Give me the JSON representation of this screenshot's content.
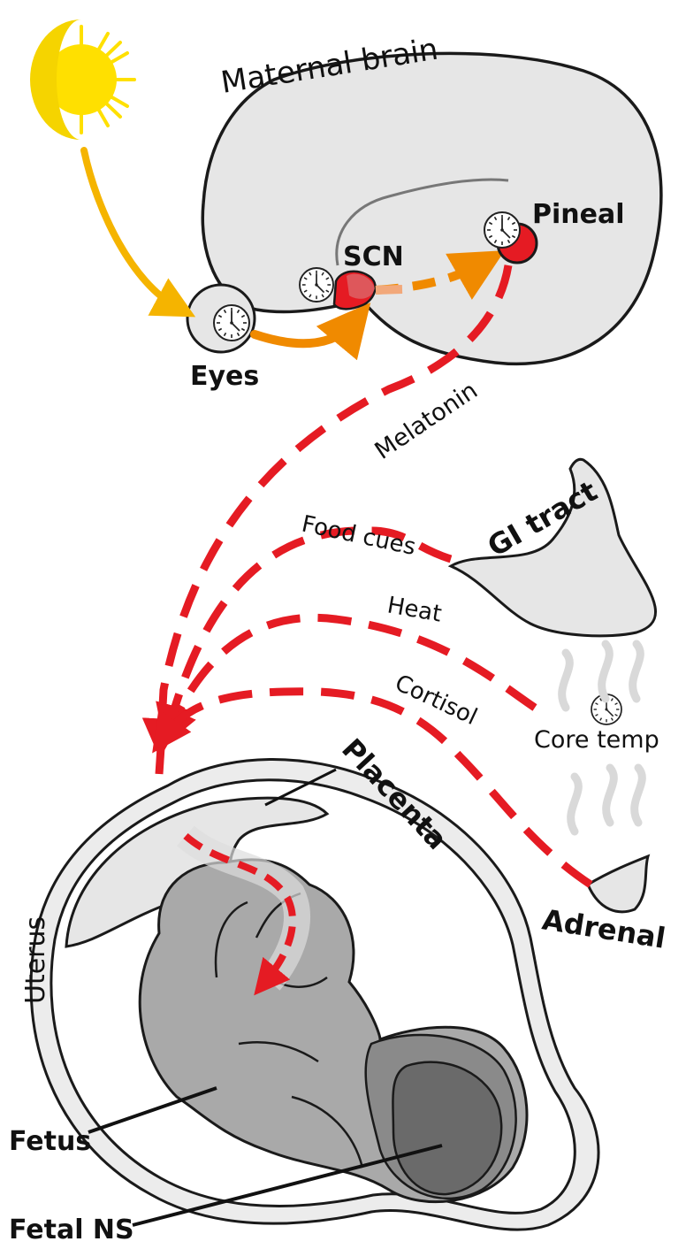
{
  "labels": {
    "maternal_brain": "Maternal brain",
    "scn": "SCN",
    "pineal": "Pineal",
    "eyes": "Eyes",
    "melatonin": "Melatonin",
    "food_cues": "Food cues",
    "gi_tract": "GI tract",
    "heat": "Heat",
    "cortisol": "Cortisol",
    "core_temp": "Core temp",
    "placenta": "Placenta",
    "adrenal": "Adrenal",
    "uterus": "Uterus",
    "fetus": "Fetus",
    "fetal_ns": "Fetal NS"
  },
  "colors": {
    "light_pathway": "#f5b400",
    "retinal_pathway": "#f08a00",
    "hormonal_pathway": "#e51b23",
    "tissue_fill": "#e6e6e6",
    "fetus_fill": "#a9a9a9",
    "fetal_ns_fill": "#6a6a6a",
    "sun": "#ffe000"
  },
  "icons": [
    "sun-moon-icon",
    "clock-icon"
  ]
}
